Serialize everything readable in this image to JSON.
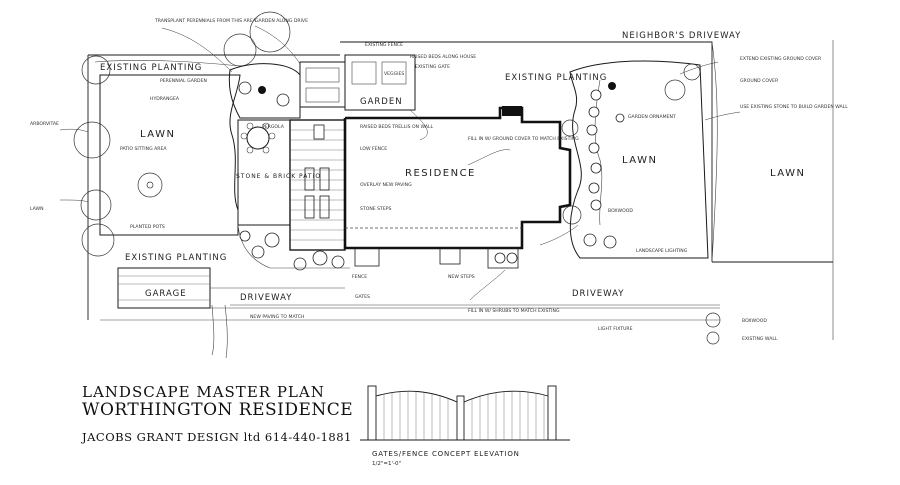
{
  "title_block": {
    "line1": "LANDSCAPE MASTER PLAN",
    "line2": "WORTHINGTON RESIDENCE",
    "firm": "JACOBS GRANT DESIGN ltd 614-440-1881"
  },
  "elevation": {
    "caption": "GATES/FENCE CONCEPT ELEVATION",
    "scale": "1/2\"=1'-0\""
  },
  "labels": {
    "residence": "RESIDENCE",
    "lawn_left": "LAWN",
    "lawn_center": "LAWN",
    "lawn_right": "LAWN",
    "garage": "GARAGE",
    "driveway_left": "DRIVEWAY",
    "driveway_right": "DRIVEWAY",
    "neighbors_driveway": "NEIGHBOR'S DRIVEWAY",
    "existing_planting_top": "EXISTING PLANTING",
    "existing_planting_left": "EXISTING PLANTING",
    "existing_planting_bottom": "EXISTING PLANTING",
    "garden": "GARDEN",
    "stone_brick_patio": "STONE & BRICK PATIO",
    "hydrangea": "HYDRANGEA",
    "pergola": "PERGOLA",
    "existing_fence": "EXISTING FENCE",
    "gates": "GATES",
    "fence": "FENCE",
    "lawn_rear": "LAWN",
    "veggies": "VEGGIES",
    "garden_ornament": "GARDEN ORNAMENT",
    "existing_wall": "EXISTING WALL",
    "boxwood": "BOXWOOD",
    "arborvitae": "ARBORVITAE"
  },
  "notes": {
    "n1": "TRANSPLANT PERENNIALS FROM THIS AREA",
    "n2": "GARDEN ALONG DRIVE",
    "n3": "RAISED BEDS ALONG HOUSE",
    "n4": "EXISTING GATE",
    "n5": "PERENNIAL GARDEN",
    "n6": "RAISED BEDS TRELLIS ON WALL",
    "n7": "FILL IN W/ GROUND COVER TO MATCH EXISTING",
    "n8": "EXTEND EXISTING GROUND COVER",
    "n9": "USE EXISTING STONE TO BUILD GARDEN WALL",
    "n10": "LOW FENCE",
    "n11": "OVERLAY NEW PAVING",
    "n12": "LANDSCAPE LIGHTING",
    "n13": "BOXWOOD",
    "n14": "NEW STEPS",
    "n15": "FILL IN W/ SHRUBS TO MATCH EXISTING",
    "n16": "LIGHT FIXTURE",
    "n17": "PATIO SITTING AREA",
    "n18": "STONE STEPS",
    "n19": "GROUND COVER",
    "n20": "PLANTED POTS",
    "n21": "NEW PAVING TO MATCH"
  }
}
